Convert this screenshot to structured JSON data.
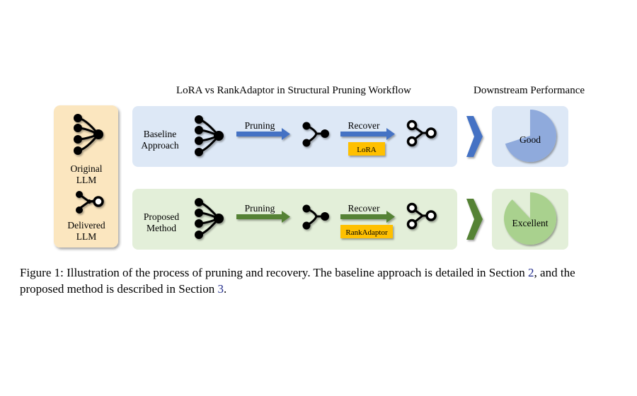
{
  "titles": {
    "workflow": "LoRA vs RankAdaptor in Structural Pruning Workflow",
    "performance": "Downstream Performance"
  },
  "left_panel": {
    "original_line1": "Original",
    "original_line2": "LLM",
    "delivered_line1": "Delivered",
    "delivered_line2": "LLM"
  },
  "rows": {
    "baseline": {
      "label_line1": "Baseline",
      "label_line2": "Approach",
      "step1": "Pruning",
      "step2": "Recover",
      "adapter": "LoRA",
      "result": "Good",
      "result_fraction": 0.7
    },
    "proposed": {
      "label_line1": "Proposed",
      "label_line2": "Method",
      "step1": "Pruning",
      "step2": "Recover",
      "adapter": "RankAdaptor",
      "result": "Excellent",
      "result_fraction": 0.88
    }
  },
  "colors": {
    "left_panel_fill": "#fbe6bf",
    "baseline_fill": "#dde8f6",
    "proposed_fill": "#e3efd9",
    "baseline_arrow": "#4472c4",
    "proposed_arrow": "#548235",
    "adapter_box": "#ffc000",
    "baseline_pie": "#8faadc",
    "proposed_pie": "#a9d18e"
  },
  "caption": {
    "text_a": "Figure 1: Illustration of the process of pruning and recovery. The baseline approach is detailed in Section ",
    "ref_a": "2",
    "text_b": ", and the proposed method is described in Section ",
    "ref_b": "3",
    "text_c": "."
  }
}
